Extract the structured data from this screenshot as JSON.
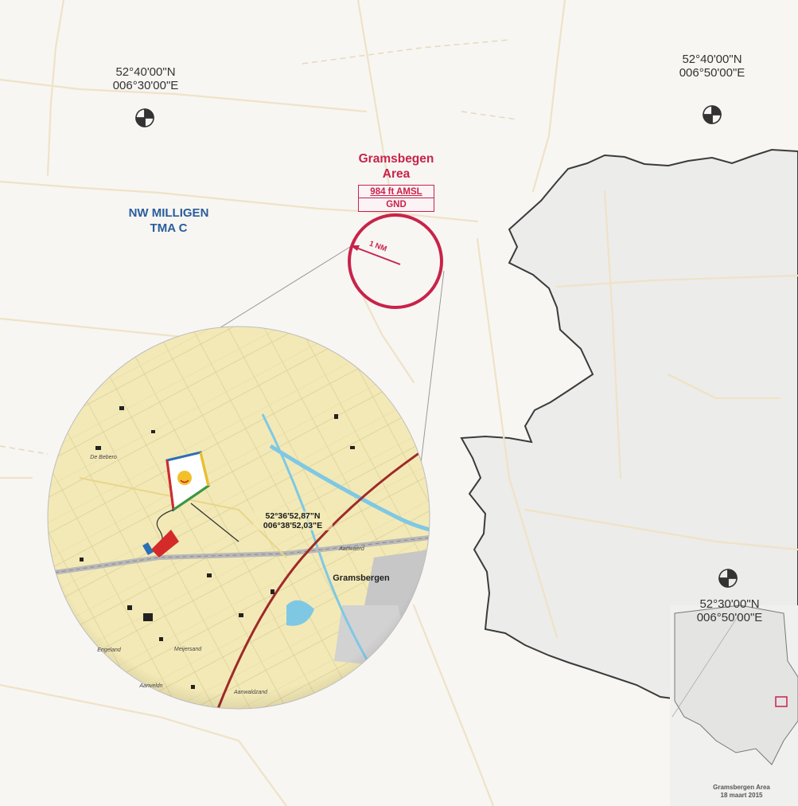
{
  "colors": {
    "background": "#f7f6f3",
    "germany_fill": "#ececea",
    "border_line": "#3b3b3b",
    "road": "#efe2c7",
    "area_red": "#c8234a",
    "tma_blue": "#2a5d9b",
    "topo_base": "#f3e9b6",
    "topo_water": "#7fc8e4"
  },
  "reference_points": [
    {
      "lat": "52°40'00\"N",
      "lon": "006°30'00\"E",
      "icon": "reference-point-icon"
    },
    {
      "lat": "52°40'00\"N",
      "lon": "006°50'00\"E",
      "icon": "reference-point-icon"
    },
    {
      "lat": "52°30'00\"N",
      "lon": "006°50'00\"E",
      "icon": "reference-point-icon"
    }
  ],
  "tma": {
    "line1": "NW MILLIGEN",
    "line2": "TMA C"
  },
  "area": {
    "name_line1": "Gramsbegen",
    "name_line2": "Area",
    "upper_limit": "984 ft AMSL",
    "lower_limit": "GND",
    "radius_label": "1 NM"
  },
  "detail_map": {
    "center_lat": "52°36'52,87\"N",
    "center_lon": "006°38'52,03\"E",
    "town": "Gramsbergen",
    "places": [
      "De Bebero",
      "Aanwaerd",
      "Engeland",
      "Aanveldn",
      "Meijersand",
      "Aanwaldzand"
    ],
    "icon": "kite-icon"
  },
  "inset": {
    "caption_line1": "Gramsbergen Area",
    "caption_line2": "18 maart 2015"
  }
}
